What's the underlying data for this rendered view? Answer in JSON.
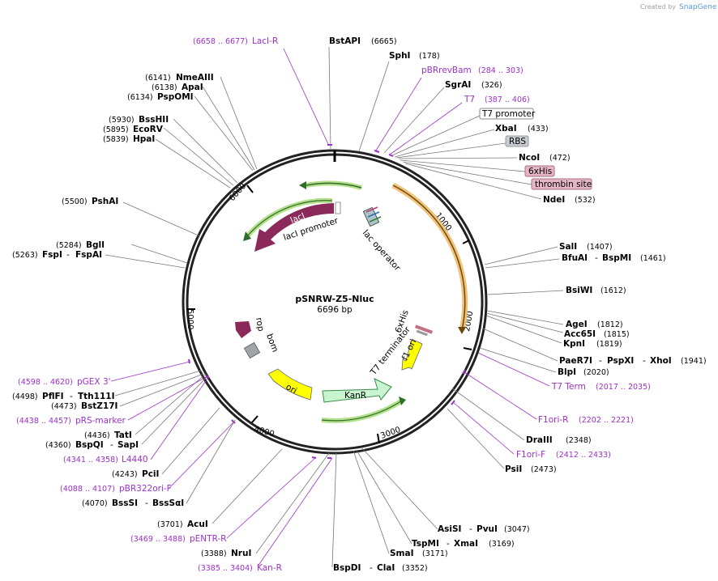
{
  "header": {
    "created_by": "Created by",
    "brand": "SnapGene"
  },
  "plasmid": {
    "name": "pSNRW-Z5-Nluc",
    "length": "6696 bp"
  },
  "ticks": [
    "1000",
    "2000",
    "3000",
    "4000",
    "5000",
    "6000"
  ],
  "features": {
    "lacI": "lacI",
    "lacI_promoter": "lacI promoter",
    "lac_operator": "lac operator",
    "rop": "rop",
    "bom": "bom",
    "ori": "ori",
    "KanR": "KanR",
    "T7_terminator": "T7 terminator",
    "f1_ori": "f1 ori",
    "6xHis_inner": "6xHis"
  },
  "boxed": {
    "t7_promoter": "T7 promoter",
    "rbs": "RBS",
    "his6": "6xHis",
    "thrombin": "thrombin site"
  },
  "labels": [
    {
      "id": "laci-r",
      "name": "LacI-R",
      "pos": "(6658 .. 6677)",
      "primer": true
    },
    {
      "id": "bstapi",
      "name": "BstAPI",
      "pos": "(6665)"
    },
    {
      "id": "sphi",
      "name": "SphI",
      "pos": "(178)"
    },
    {
      "id": "pbrrevbam",
      "name": "pBRrevBam",
      "pos": "(284 .. 303)",
      "primer": true
    },
    {
      "id": "sgrai",
      "name": "SgrAI",
      "pos": "(326)"
    },
    {
      "id": "t7",
      "name": "T7",
      "pos": "(387 .. 406)",
      "primer": true
    },
    {
      "id": "xbai",
      "name": "XbaI",
      "pos": "(433)"
    },
    {
      "id": "ncoi",
      "name": "NcoI",
      "pos": "(472)"
    },
    {
      "id": "ndei",
      "name": "NdeI",
      "pos": "(532)"
    },
    {
      "id": "nmeaiii",
      "name": "NmeAIII",
      "pos": "(6141)"
    },
    {
      "id": "apai",
      "name": "ApaI",
      "pos": "(6138)"
    },
    {
      "id": "pspomi",
      "name": "PspOMI",
      "pos": "(6134)"
    },
    {
      "id": "psshii",
      "name": "BssHII",
      "pos": "(5930)"
    },
    {
      "id": "ecorv",
      "name": "EcoRV",
      "pos": "(5895)"
    },
    {
      "id": "hpai",
      "name": "HpaI",
      "pos": "(5839)"
    },
    {
      "id": "pshai",
      "name": "PshAI",
      "pos": "(5500)"
    },
    {
      "id": "bgli",
      "name": "BglI",
      "pos": "(5284)"
    },
    {
      "id": "fspi",
      "name": "FspI",
      "pos": "(5263)"
    },
    {
      "id": "fspai",
      "name": "FspAI",
      "pos": ""
    },
    {
      "id": "sali",
      "name": "SalI",
      "pos": "(1407)"
    },
    {
      "id": "bfuai",
      "name": "BfuAI",
      "pos": ""
    },
    {
      "id": "bspmi",
      "name": "BspMI",
      "pos": "(1461)"
    },
    {
      "id": "bsiwi",
      "name": "BsiWI",
      "pos": "(1612)"
    },
    {
      "id": "agei",
      "name": "AgeI",
      "pos": "(1812)"
    },
    {
      "id": "acc65i",
      "name": "Acc65I",
      "pos": "(1815)"
    },
    {
      "id": "kpni",
      "name": "KpnI",
      "pos": "(1819)"
    },
    {
      "id": "paer7i",
      "name": "PaeR7I",
      "pos": ""
    },
    {
      "id": "pspxi",
      "name": "PspXI",
      "pos": ""
    },
    {
      "id": "xhoi",
      "name": "XhoI",
      "pos": "(1941)"
    },
    {
      "id": "blpi",
      "name": "BlpI",
      "pos": "(2020)"
    },
    {
      "id": "t7term",
      "name": "T7 Term",
      "pos": "(2017 .. 2035)",
      "primer": true
    },
    {
      "id": "f1ori-r",
      "name": "F1ori-R",
      "pos": "(2202 .. 2221)",
      "primer": true
    },
    {
      "id": "draiii",
      "name": "DraIII",
      "pos": "(2348)"
    },
    {
      "id": "f1ori-f",
      "name": "F1ori-F",
      "pos": "(2412 .. 2433)",
      "primer": true
    },
    {
      "id": "psii",
      "name": "PsiI",
      "pos": "(2473)"
    },
    {
      "id": "asisi",
      "name": "AsiSI",
      "pos": ""
    },
    {
      "id": "pvui",
      "name": "PvuI",
      "pos": "(3047)"
    },
    {
      "id": "tspmi",
      "name": "TspMI",
      "pos": ""
    },
    {
      "id": "xmai",
      "name": "XmaI",
      "pos": "(3169)"
    },
    {
      "id": "smai",
      "name": "SmaI",
      "pos": "(3171)"
    },
    {
      "id": "bspdi",
      "name": "BspDI",
      "pos": ""
    },
    {
      "id": "clai",
      "name": "ClaI",
      "pos": "(3352)"
    },
    {
      "id": "pgex3",
      "name": "pGEX 3'",
      "pos": "(4598 .. 4620)",
      "primer": true
    },
    {
      "id": "pflfi",
      "name": "PflFI",
      "pos": "(4498)"
    },
    {
      "id": "tth111i",
      "name": "Tth111I",
      "pos": ""
    },
    {
      "id": "bstz17i",
      "name": "BstZ17I",
      "pos": "(4473)"
    },
    {
      "id": "prs",
      "name": "pRS-marker",
      "pos": "(4438 .. 4457)",
      "primer": true
    },
    {
      "id": "tati",
      "name": "TatI",
      "pos": "(4436)"
    },
    {
      "id": "bspqi",
      "name": "BspQI",
      "pos": "(4360)"
    },
    {
      "id": "sapi",
      "name": "SapI",
      "pos": ""
    },
    {
      "id": "l4440",
      "name": "L4440",
      "pos": "(4341 .. 4358)",
      "primer": true
    },
    {
      "id": "pcii",
      "name": "PciI",
      "pos": "(4243)"
    },
    {
      "id": "pbr322",
      "name": "pBR322ori-F",
      "pos": "(4088 .. 4107)",
      "primer": true
    },
    {
      "id": "bsssi",
      "name": "BssSI",
      "pos": "(4070)"
    },
    {
      "id": "bsssai",
      "name": "BssSαI",
      "pos": ""
    },
    {
      "id": "acui",
      "name": "AcuI",
      "pos": "(3701)"
    },
    {
      "id": "pentr",
      "name": "pENTR-R",
      "pos": "(3469 .. 3488)",
      "primer": true
    },
    {
      "id": "nrui",
      "name": "NruI",
      "pos": "(3388)"
    },
    {
      "id": "kanr-p",
      "name": "Kan-R",
      "pos": "(3385 .. 3404)",
      "primer": true
    }
  ],
  "colors": {
    "primer": "#9b30c9",
    "laci": "#8b2a5a",
    "promoter_glow": "#b5e08a",
    "orf_glow": "#f2c27a",
    "kanr": "#c8f5d0",
    "yellow": "#ffff00",
    "box_gray": "#c8ccd0",
    "box_pink": "#e4b6c5"
  }
}
